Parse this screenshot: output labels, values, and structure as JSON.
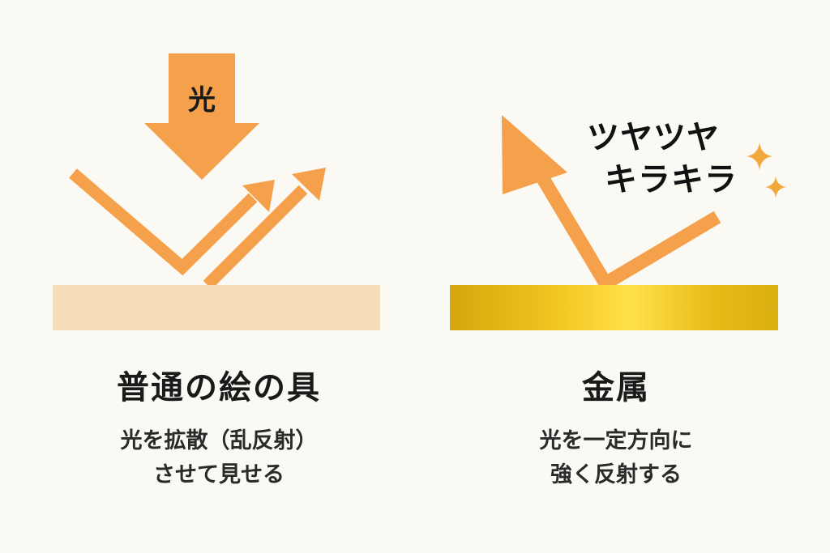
{
  "light_label": "光",
  "left": {
    "title": "普通の絵の具",
    "desc_line1": "光を拡散（乱反射）",
    "desc_line2": "させて見せる"
  },
  "right": {
    "title": "金属",
    "shine_line1": "ツヤツヤ",
    "shine_line2": "キラキラ",
    "desc_line1": "光を一定方向に",
    "desc_line2": "強く反射する"
  },
  "colors": {
    "arrow": "#f5a04a",
    "paint_surface": "#f6ddb9",
    "metal_gold_dark": "#d8ae10",
    "metal_gold_light": "#ffe04a",
    "sparkle": "#f2a93b",
    "background": "#fbf9f4"
  }
}
